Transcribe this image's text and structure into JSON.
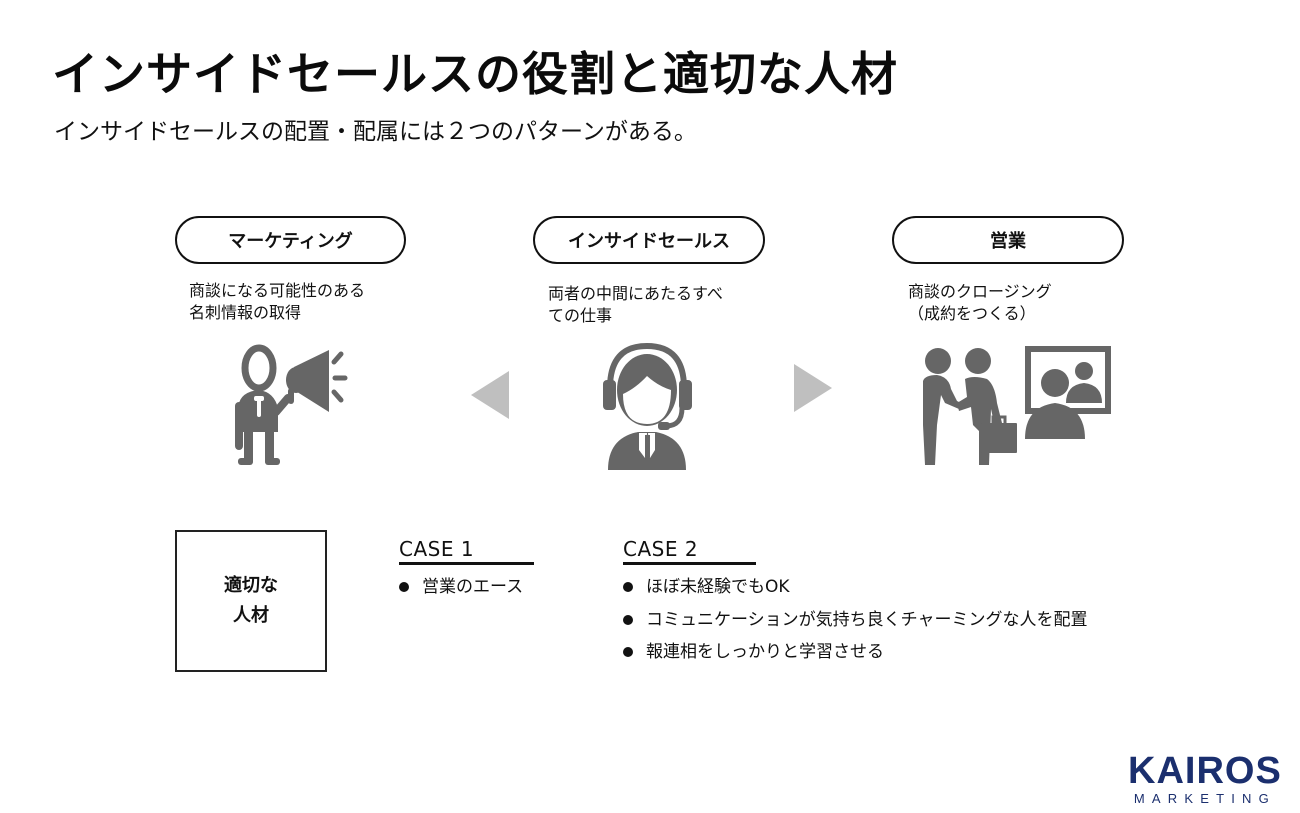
{
  "header": {
    "title": "インサイドセールスの役割と適切な人材",
    "subtitle": "インサイドセールスの配置・配属には２つのパターンがある。"
  },
  "roles": [
    {
      "label": "マーケティング",
      "description_lines": [
        "商談になる可能性のある",
        "名刺情報の取得"
      ],
      "icon": "person-megaphone-icon"
    },
    {
      "label": "インサイドセールス",
      "description_lines": [
        "両者の中間にあたるすべ",
        "ての仕事"
      ],
      "icon": "headset-operator-icon"
    },
    {
      "label": "営業",
      "description_lines": [
        "商談のクロージング",
        "（成約をつくる）"
      ],
      "icon": "handshake-meeting-icon"
    }
  ],
  "arrows": [
    "arrow-left-icon",
    "arrow-right-icon"
  ],
  "jinzai": {
    "lines": [
      "適切な",
      "人材"
    ]
  },
  "cases": [
    {
      "heading": "CASE 1",
      "items": [
        "営業のエース"
      ]
    },
    {
      "heading": "CASE 2",
      "items": [
        "ほぼ未経験でもOK",
        "コミュニケーションが気持ち良くチャーミングな人を配置",
        "報連相をしっかりと学習させる"
      ]
    }
  ],
  "logo": {
    "main": "KAIROS",
    "sub": "MARKETING",
    "color": "#1b2f6e"
  },
  "colors": {
    "icon_gray": "#666666",
    "arrow_gray": "#bfbfbf",
    "text": "#111111"
  }
}
